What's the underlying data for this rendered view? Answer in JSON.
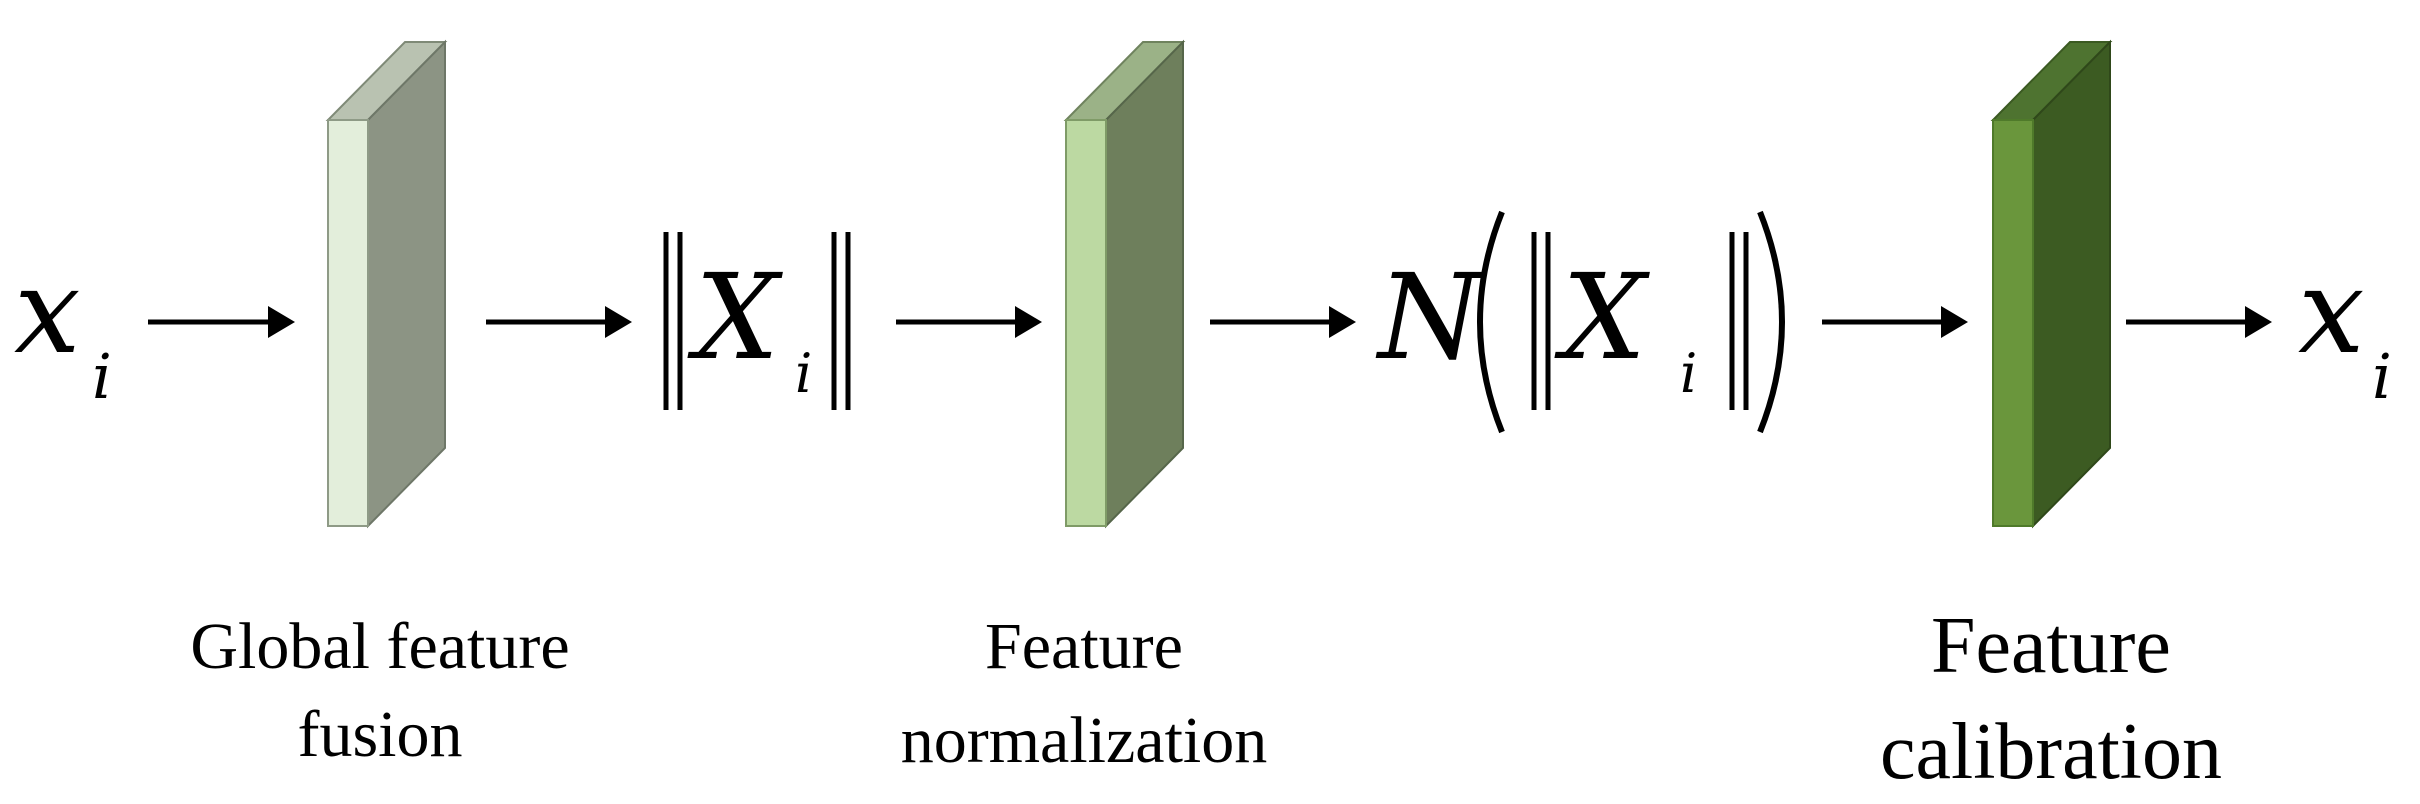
{
  "flow": {
    "input": {
      "var": "x",
      "sub": "i"
    },
    "stage1": {
      "label_line1": "Global feature",
      "label_line2": "fusion"
    },
    "norm": {
      "var": "X",
      "sub": "i"
    },
    "stage2": {
      "label_line1": "Feature",
      "label_line2": "normalization"
    },
    "normed": {
      "func": "N",
      "var": "X",
      "sub": "i"
    },
    "stage3": {
      "label_line1": "Feature",
      "label_line2": "calibration"
    },
    "output": {
      "var": "x",
      "sub": "i"
    }
  },
  "colors": {
    "stage1_front": "#e3eedb",
    "stage1_side": "#8c9484",
    "stage1_top": "#b9c2b1",
    "stage2_front": "#bcd9a2",
    "stage2_side": "#6e7f5c",
    "stage2_top": "#9bb287",
    "stage3_front": "#6a963c",
    "stage3_side": "#3c5b22",
    "stage3_top": "#4e7330",
    "arrow": "#000000"
  }
}
